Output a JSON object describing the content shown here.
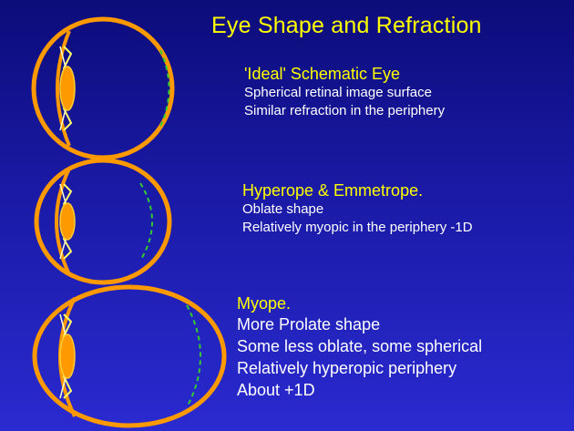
{
  "slide": {
    "title": "Eye Shape and Refraction",
    "sections": [
      {
        "heading": "'Ideal' Schematic Eye",
        "lines": [
          "Spherical retinal image surface",
          "Similar refraction in the periphery"
        ]
      },
      {
        "heading": "Hyperope & Emmetrope.",
        "lines": [
          "Oblate shape",
          "Relatively myopic in the periphery -1D"
        ]
      },
      {
        "heading": "Myope.",
        "lines": [
          "More Prolate shape",
          "Some less oblate, some spherical",
          "Relatively hyperopic periphery",
          "About +1D"
        ]
      }
    ]
  },
  "colors": {
    "background_top": "#0c0c7a",
    "background_bottom": "#2a2ad0",
    "heading": "#ffff00",
    "body_text": "#ffffff",
    "eye_outline": "#ff9900",
    "lens": "#ff9900",
    "zonules": "#ffff33",
    "retina_dash": "#33cc33"
  }
}
